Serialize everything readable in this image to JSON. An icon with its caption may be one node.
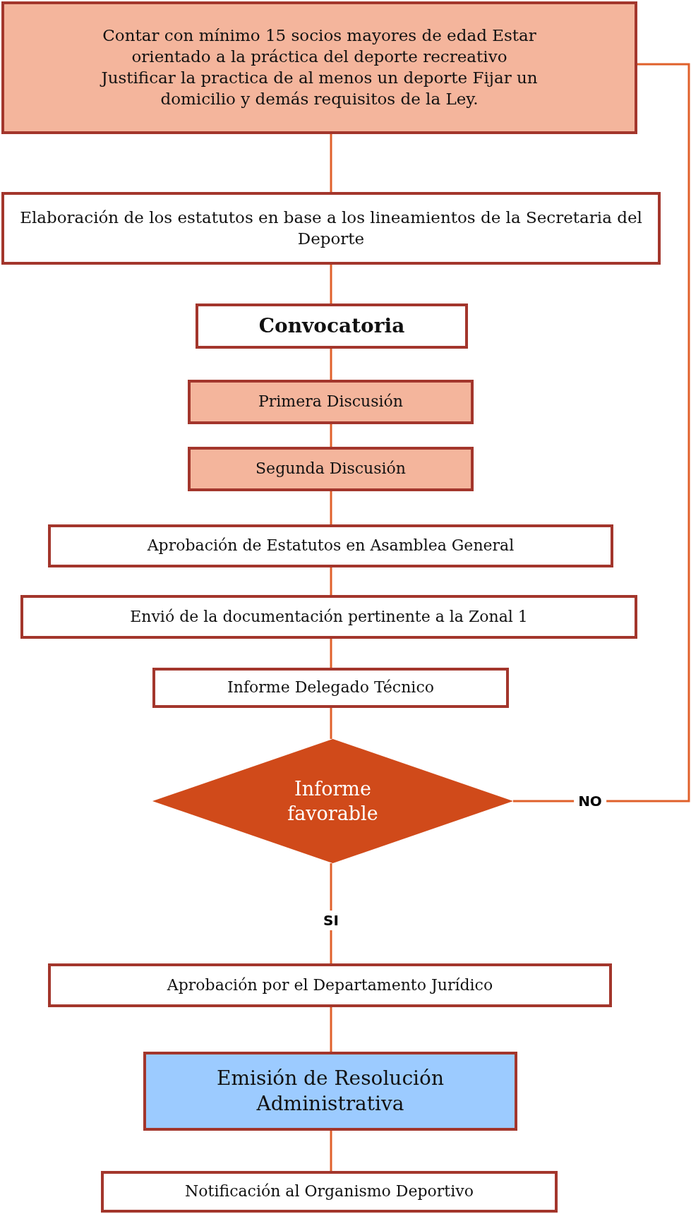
{
  "diagram": {
    "nodes": [
      {
        "text": [
          "Contar con mínimo 15 socios mayores de edad Estar orientado a la práctica del deporte recreativo Justificar la practica de al menos un deporte Fijar un domicilio y demás requisitos de la Ley."
        ]
      },
      {
        "text": [
          "Elaboración de los estatutos en base a los lineamientos de la Secretaria del Deporte"
        ]
      },
      {
        "text": [
          "Convocatoria"
        ]
      },
      {
        "text": [
          "Primera Discusión"
        ]
      },
      {
        "text": [
          "Segunda Discusión"
        ]
      },
      {
        "text": [
          "Aprobación de Estatutos en Asamblea General"
        ]
      },
      {
        "text": [
          "Envió de la documentación pertinente a la Zonal 1"
        ]
      },
      {
        "text": [
          "Informe Delegado Técnico"
        ]
      },
      {
        "text": [
          "Informe favorable"
        ]
      },
      {
        "text": [
          "Aprobación por el Departamento Jurídico"
        ]
      },
      {
        "text": [
          "Emisión de Resolución Administrativa"
        ]
      },
      {
        "text": [
          "Notificación al Organismo Deportivo"
        ]
      }
    ],
    "edges": [
      {
        "from": 0,
        "to": 1,
        "arrow": "none"
      },
      {
        "from": 1,
        "to": 2,
        "arrow": "none"
      },
      {
        "from": 2,
        "to": 3,
        "arrow": "none"
      },
      {
        "from": 3,
        "to": 4,
        "arrow": "none"
      },
      {
        "from": 4,
        "to": 5,
        "arrow": "none"
      },
      {
        "from": 5,
        "to": 6,
        "arrow": "none"
      },
      {
        "from": 6,
        "to": 7,
        "arrow": "none"
      },
      {
        "from": 7,
        "to": 8,
        "arrow": "none"
      },
      {
        "from": 8,
        "to": 9,
        "arrow": "none",
        "label": "SI"
      },
      {
        "from": 9,
        "to": 10,
        "arrow": "none"
      },
      {
        "from": 10,
        "to": 11,
        "arrow": "none"
      },
      {
        "from": 8,
        "to": 0,
        "arrow": "none",
        "label": "NO"
      }
    ]
  }
}
